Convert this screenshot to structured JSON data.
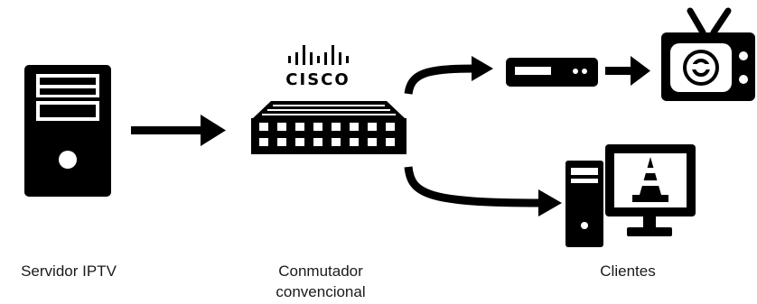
{
  "brand": {
    "logo_text": "CISCO"
  },
  "labels": {
    "server": "Servidor IPTV",
    "switch_line1": "Conmutador",
    "switch_line2": "convencional",
    "clients": "Clientes"
  },
  "icons": {
    "server": "server-tower-icon",
    "switch": "network-switch-icon",
    "set_top_box": "set-top-box-icon",
    "tv": "television-icon",
    "computer": "desktop-computer-icon",
    "media_player": "vlc-cone-icon"
  },
  "colors": {
    "ink": "#000000",
    "background": "#ffffff"
  }
}
